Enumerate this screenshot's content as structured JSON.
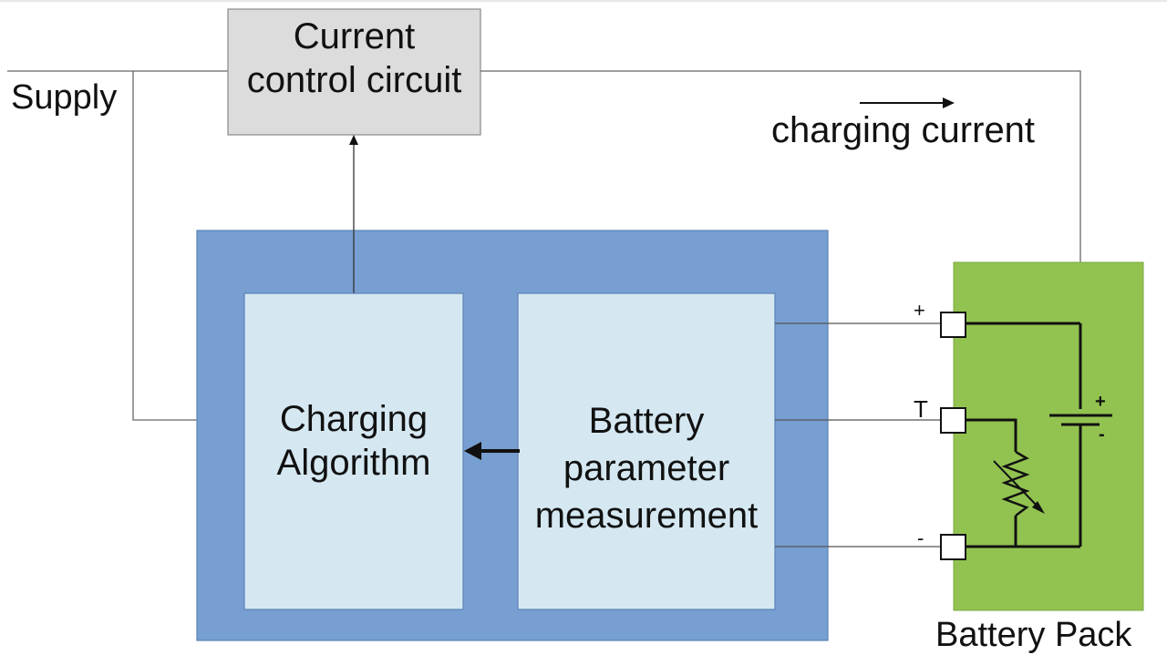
{
  "diagram": {
    "supply_label": "Supply",
    "current_control": {
      "line1": "Current",
      "line2": "control circuit"
    },
    "charging_current_label": "charging current",
    "charging_algorithm": {
      "line1": "Charging",
      "line2": "Algorithm"
    },
    "battery_measurement": {
      "line1": "Battery",
      "line2": "parameter",
      "line3": "measurement"
    },
    "terminals": {
      "plus": "+",
      "temp": "T",
      "minus": "-"
    },
    "battery_symbol": {
      "plus": "+",
      "minus": "-"
    },
    "battery_pack_label": "Battery Pack",
    "colors": {
      "control_box": "#dcdcdc",
      "controller_outer": "#779fd1",
      "inner_boxes": "#d5e8f2",
      "battery_pack": "#92c350",
      "lines": "#555555"
    }
  }
}
